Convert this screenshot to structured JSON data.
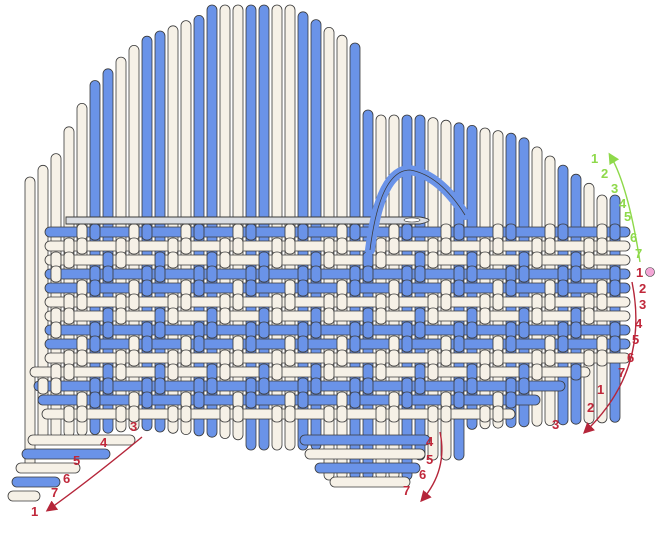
{
  "colors": {
    "cream": "#F6F1E7",
    "blue": "#6A93E8",
    "outline": "#3A3A3A",
    "red_label": "#C0273A",
    "green_label": "#8ED94A",
    "red_arrow": "#B5263A",
    "green_arrow": "#8ED94A",
    "needle": "#DADDE2",
    "start_dot": "#F3A6D6"
  },
  "labels": {
    "green_right": [
      "1",
      "2",
      "3",
      "4",
      "5",
      "6",
      "7"
    ],
    "red_right": [
      "1",
      "2",
      "3",
      "4",
      "5",
      "6",
      "7"
    ],
    "red_right_lower": [
      "1",
      "2",
      "3"
    ],
    "red_left": [
      "3",
      "4",
      "5",
      "6",
      "7",
      "1"
    ],
    "red_center": [
      "4",
      "5",
      "6",
      "7"
    ]
  },
  "icons": {
    "needle": "needle-icon",
    "start_marker": "start-dot-icon",
    "arrows": "curved-arrow-icon"
  }
}
